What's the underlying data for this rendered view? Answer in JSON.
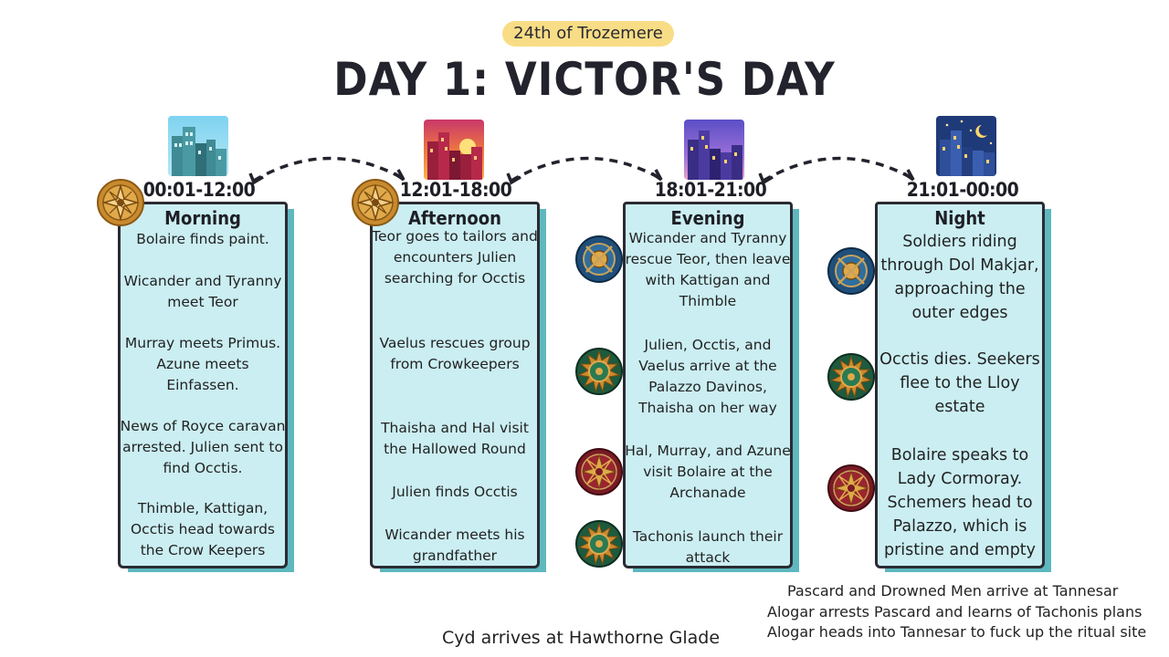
{
  "header": {
    "date": "24th of Trozemere",
    "title": "DAY 1: VICTOR'S DAY"
  },
  "colors": {
    "badge": "#f8dd86",
    "panel_fill": "#cbeef2",
    "panel_shadow": "#5fb8bf",
    "panel_border": "#2a2b33"
  },
  "periods": [
    {
      "time": "00:01-12:00",
      "name": "Morning",
      "icon": "city-daytime-icon",
      "events": [
        "Bolaire finds paint.",
        "Wicander and Tyranny meet Teor",
        "Murray meets Primus. Azune meets Einfassen.",
        "News of Royce caravan arrested. Julien sent to find Occtis.",
        "Thimble, Kattigan, Occtis head towards the Crow Keepers"
      ]
    },
    {
      "time": "12:01-18:00",
      "name": "Afternoon",
      "icon": "city-sunset-icon",
      "events": [
        "Teor goes to tailors and encounters Julien searching for Occtis",
        "Vaelus rescues group from Crowkeepers",
        "Thaisha and Hal visit the Hallowed Round",
        "Julien finds Occtis",
        "Wicander meets his grandfather"
      ]
    },
    {
      "time": "18:01-21:00",
      "name": "Evening",
      "icon": "city-dusk-icon",
      "events": [
        "Wicander and Tyranny rescue Teor, then leave with Kattigan and Thimble",
        "Julien, Occtis, and Vaelus arrive at the Palazzo Davinos, Thaisha on her way",
        "Hal, Murray, and Azune visit Bolaire at the Archanade",
        "Tachonis launch their attack"
      ]
    },
    {
      "time": "21:01-00:00",
      "name": "Night",
      "icon": "city-night-icon",
      "events": [
        "Soldiers riding through Dol Makjar, approaching the outer edges",
        "Occtis dies. Seekers flee to the Lloy estate",
        "Bolaire speaks to Lady Cormoray. Schemers head to Palazzo, which is pristine and empty"
      ]
    }
  ],
  "footnotes": {
    "center": "Cyd arrives at Hawthorne Glade",
    "right": [
      "Pascard and Drowned Men arrive at Tannesar",
      "Alogar arrests Pascard and learns of Tachonis plans",
      "Alogar heads into Tannesar to fuck up the ritual site"
    ]
  }
}
